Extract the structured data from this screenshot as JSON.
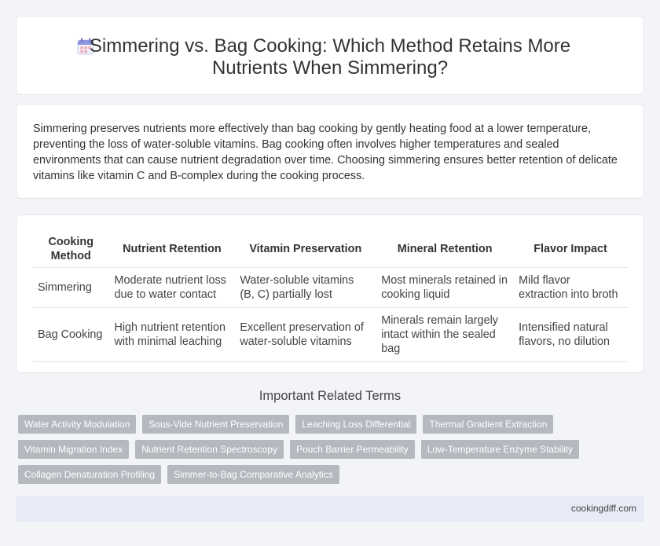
{
  "header": {
    "title": "Simmering vs. Bag Cooking: Which Method Retains More Nutrients When Simmering?",
    "icon": "calendar-icon"
  },
  "summary": {
    "text": "Simmering preserves nutrients more effectively than bag cooking by gently heating food at a lower temperature, preventing the loss of water-soluble vitamins. Bag cooking often involves higher temperatures and sealed environments that can cause nutrient degradation over time. Choosing simmering ensures better retention of delicate vitamins like vitamin C and B-complex during the cooking process."
  },
  "table": {
    "headers": [
      "Cooking Method",
      "Nutrient Retention",
      "Vitamin Preservation",
      "Mineral Retention",
      "Flavor Impact"
    ],
    "rows": [
      [
        "Simmering",
        "Moderate nutrient loss due to water contact",
        "Water-soluble vitamins (B, C) partially lost",
        "Most minerals retained in cooking liquid",
        "Mild flavor extraction into broth"
      ],
      [
        "Bag Cooking",
        "High nutrient retention with minimal leaching",
        "Excellent preservation of water-soluble vitamins",
        "Minerals remain largely intact within the sealed bag",
        "Intensified natural flavors, no dilution"
      ]
    ]
  },
  "related": {
    "title": "Important Related Terms",
    "tags": [
      "Water Activity Modulation",
      "Sous-Vide Nutrient Preservation",
      "Leaching Loss Differential",
      "Thermal Gradient Extraction",
      "Vitamin Migration Index",
      "Nutrient Retention Spectroscopy",
      "Pouch Barrier Permeability",
      "Low-Temperature Enzyme Stability",
      "Collagen Denaturation Profiling",
      "Simmer-to-Bag Comparative Analytics"
    ]
  },
  "footer": {
    "site": "cookingdiff.com"
  },
  "colors": {
    "background": "#f3f4f8",
    "tag": "#b5b8bf",
    "footer": "#e6ebf6"
  }
}
